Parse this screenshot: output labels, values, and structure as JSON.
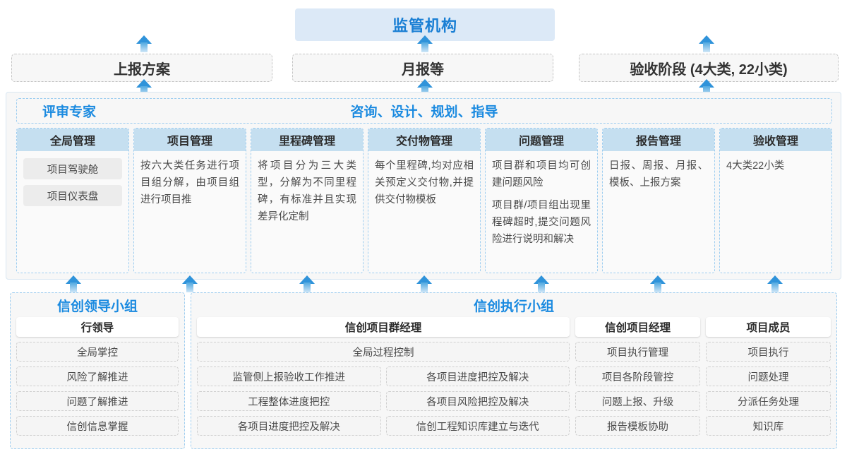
{
  "regulator": {
    "label": "监管机构"
  },
  "reports": [
    {
      "label": "上报方案"
    },
    {
      "label": "月报等"
    },
    {
      "label": "验收阶段 (4大类, 22小类)"
    }
  ],
  "middle": {
    "header_left": "评审专家",
    "header_center": "咨询、设计、规划、指导",
    "columns": [
      {
        "title": "全局管理",
        "paragraphs": [],
        "pills": [
          "项目驾驶舱",
          "项目仪表盘"
        ]
      },
      {
        "title": "项目管理",
        "paragraphs": [
          "按六大类任务进行项目组分解，由项目组进行项目推"
        ],
        "pills": []
      },
      {
        "title": "里程碑管理",
        "paragraphs": [
          "将项目分为三大类型，分解为不同里程碑，有标准并且实现差异化定制"
        ],
        "pills": []
      },
      {
        "title": "交付物管理",
        "paragraphs": [
          "每个里程碑,均对应相关预定义交付物,并提供交付物模板"
        ],
        "pills": []
      },
      {
        "title": "问题管理",
        "paragraphs": [
          "项目群和项目均可创建问题风险",
          "项目群/项目组出现里程碑超时,提交问题风险进行说明和解决"
        ],
        "pills": []
      },
      {
        "title": "报告管理",
        "paragraphs": [
          "日报、周报、月报、模板、上报方案"
        ],
        "pills": []
      },
      {
        "title": "验收管理",
        "paragraphs": [
          "4大类22小类"
        ],
        "pills": []
      }
    ]
  },
  "bottom": {
    "leader_group": {
      "title": "信创领导小组",
      "role": "行领导",
      "items": [
        "全局掌控",
        "风险了解推进",
        "问题了解推进",
        "信创信息掌握"
      ]
    },
    "exec_group": {
      "title": "信创执行小组",
      "program_manager": {
        "role": "信创项目群经理",
        "full_width_item": "全局过程控制",
        "left_items": [
          "监管侧上报验收工作推进",
          "工程整体进度把控",
          "各项目进度把控及解决"
        ],
        "right_items": [
          "各项目进度把控及解决",
          "各项目风险把控及解决",
          "信创工程知识库建立与迭代"
        ]
      },
      "project_manager": {
        "role": "信创项目经理",
        "items": [
          "项目执行管理",
          "项目各阶段管控",
          "问题上报、升级",
          "报告模板协助"
        ]
      },
      "project_member": {
        "role": "项目成员",
        "items": [
          "项目执行",
          "问题处理",
          "分派任务处理",
          "知识库"
        ]
      }
    }
  },
  "arrows": {
    "icon": "arrow-up-icon",
    "count_top": 3,
    "count_middle": 7
  },
  "colors": {
    "accent_blue": "#1a8ae0",
    "header_fill": "#c5dff0",
    "regulator_fill": "#dce9f7",
    "band_bg": "#f7f7f7"
  }
}
